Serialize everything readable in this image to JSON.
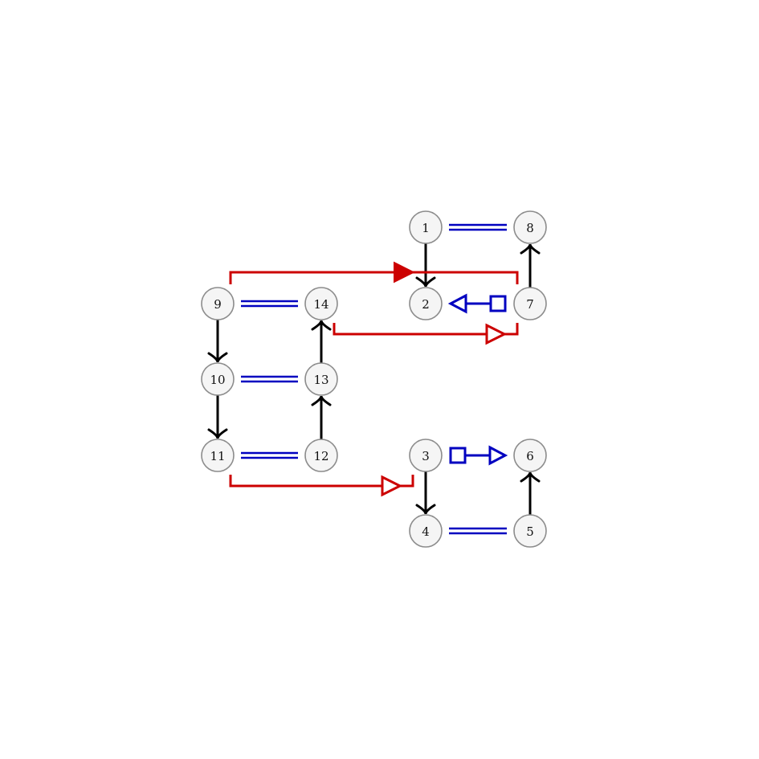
{
  "colors": {
    "node_fill": "#f5f5f5",
    "node_stroke": "#8c8c8c",
    "black_edge": "#000000",
    "blue_edge": "#0000c0",
    "red_edge": "#cc0000"
  },
  "nodes": [
    {
      "id": "1",
      "label": "1"
    },
    {
      "id": "2",
      "label": "2"
    },
    {
      "id": "3",
      "label": "3"
    },
    {
      "id": "4",
      "label": "4"
    },
    {
      "id": "5",
      "label": "5"
    },
    {
      "id": "6",
      "label": "6"
    },
    {
      "id": "7",
      "label": "7"
    },
    {
      "id": "8",
      "label": "8"
    },
    {
      "id": "9",
      "label": "9"
    },
    {
      "id": "10",
      "label": "10"
    },
    {
      "id": "11",
      "label": "11"
    },
    {
      "id": "12",
      "label": "12"
    },
    {
      "id": "13",
      "label": "13"
    },
    {
      "id": "14",
      "label": "14"
    }
  ],
  "black_arrows": [
    {
      "from": "1",
      "to": "2"
    },
    {
      "from": "7",
      "to": "8"
    },
    {
      "from": "9",
      "to": "10"
    },
    {
      "from": "10",
      "to": "11"
    },
    {
      "from": "12",
      "to": "13"
    },
    {
      "from": "13",
      "to": "14"
    },
    {
      "from": "3",
      "to": "4"
    },
    {
      "from": "5",
      "to": "6"
    }
  ],
  "blue_double_lines": [
    {
      "a": "1",
      "b": "8"
    },
    {
      "a": "9",
      "b": "14"
    },
    {
      "a": "10",
      "b": "13"
    },
    {
      "a": "11",
      "b": "12"
    },
    {
      "a": "4",
      "b": "5"
    }
  ],
  "blue_square_arrows": [
    {
      "from": "7",
      "to": "2"
    },
    {
      "from": "3",
      "to": "6"
    }
  ],
  "red_brackets": [
    {
      "from": "9",
      "to": "7",
      "head": "filled",
      "side": "above"
    },
    {
      "from": "14",
      "to": "7",
      "head": "open",
      "side": "below"
    },
    {
      "from": "11",
      "to": "3",
      "head": "open",
      "side": "below"
    }
  ]
}
